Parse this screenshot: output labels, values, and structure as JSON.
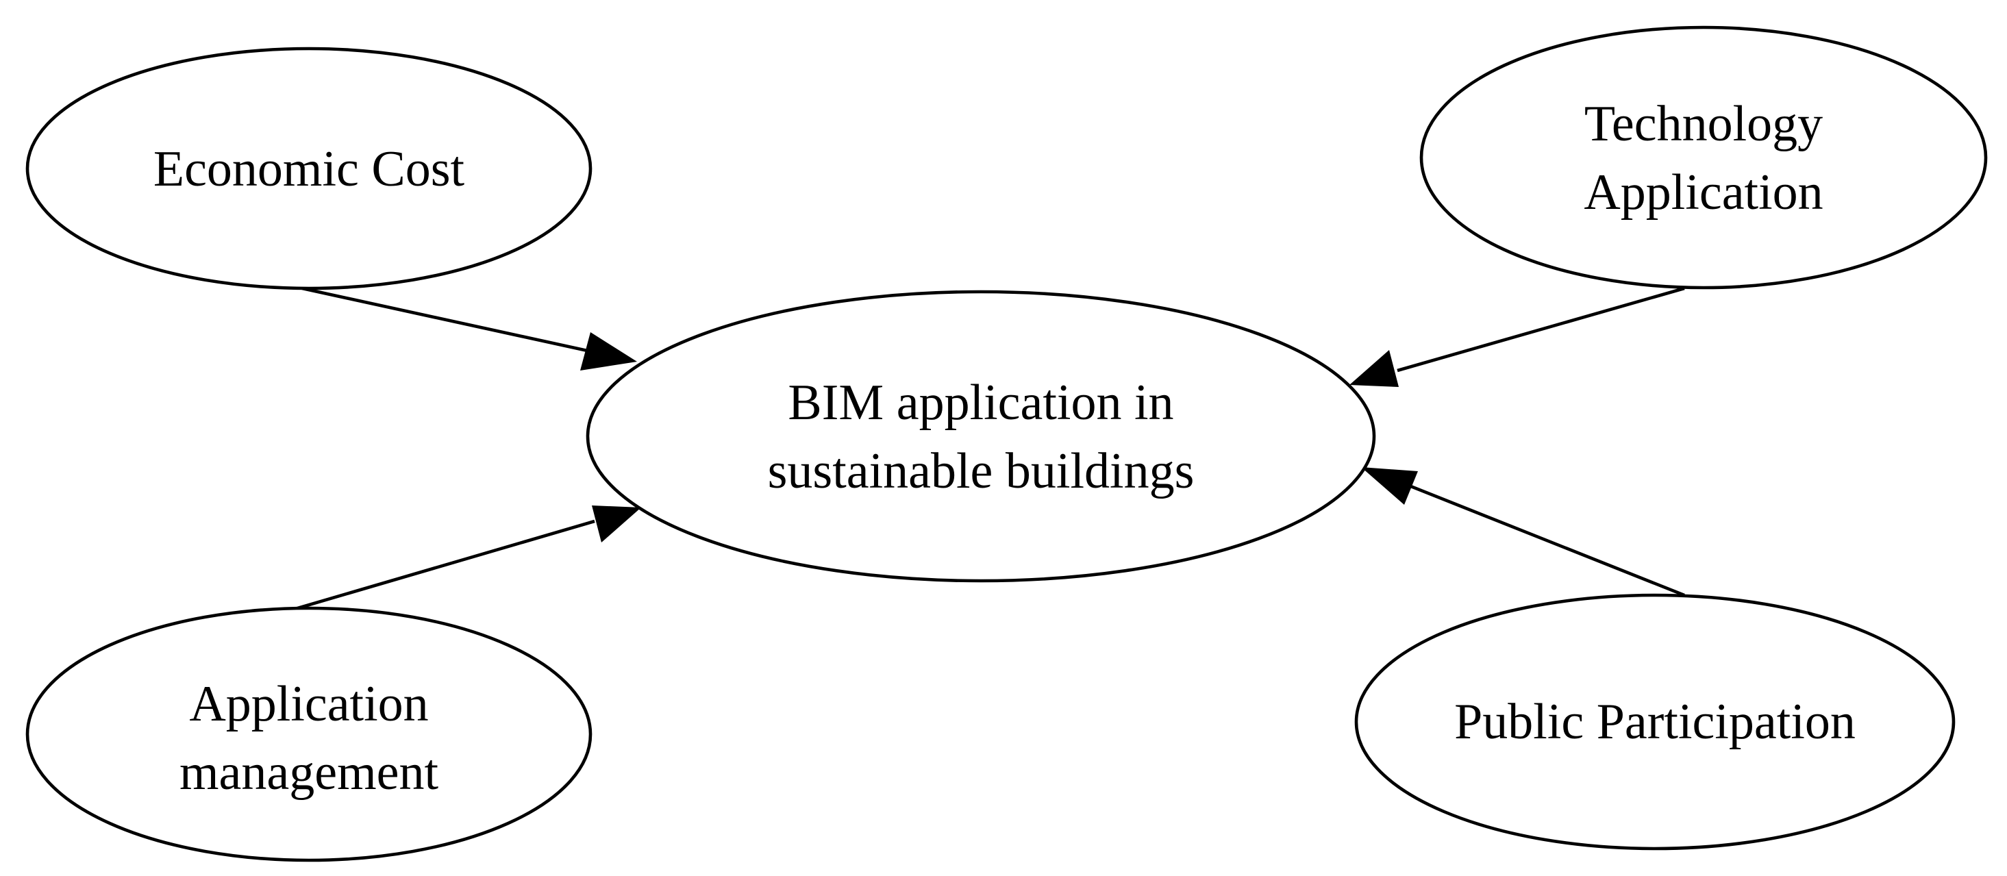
{
  "diagram": {
    "nodes": {
      "center": {
        "line1": "BIM application in",
        "line2": "sustainable buildings"
      },
      "economic_cost": {
        "line1": "Economic Cost"
      },
      "technology_application": {
        "line1": "Technology",
        "line2": "Application"
      },
      "application_management": {
        "line1": "Application",
        "line2": "management"
      },
      "public_participation": {
        "line1": "Public Participation"
      }
    },
    "edges": [
      {
        "from": "Economic Cost",
        "to": "BIM application in sustainable buildings"
      },
      {
        "from": "Technology Application",
        "to": "BIM application in sustainable buildings"
      },
      {
        "from": "Application management",
        "to": "BIM application in sustainable buildings"
      },
      {
        "from": "Public Participation",
        "to": "BIM application in sustainable buildings"
      }
    ]
  }
}
